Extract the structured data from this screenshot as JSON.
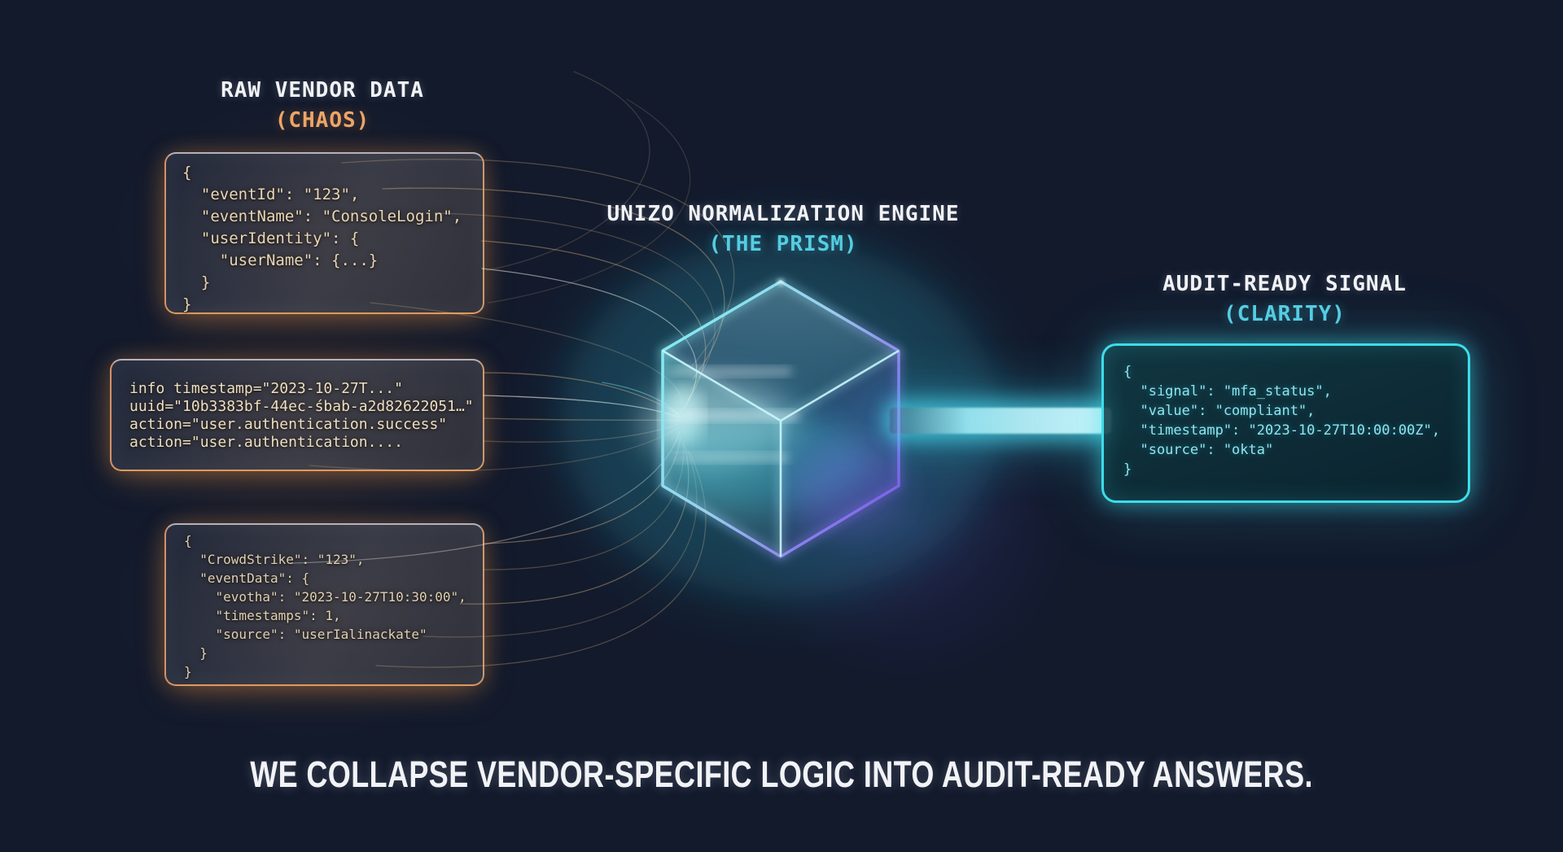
{
  "left_column": {
    "title": "RAW VENDOR DATA",
    "subtitle": "(CHAOS)",
    "boxes": [
      {
        "name": "cloudtrail-json",
        "lines": [
          "{",
          "  \"eventId\": \"123\",",
          "  \"eventName\": \"ConsoleLogin\",",
          "  \"userIdentity\": {",
          "    \"userName\": {...}",
          "  }",
          "}"
        ]
      },
      {
        "name": "syslog",
        "lines": [
          "info timestamp=\"2023-10-27T...\"",
          "uuid=\"10b3383bf-44ec-śbab-a2d82622051…\"",
          "action=\"user.authentication.success\"",
          "action=\"user.authentication...."
        ]
      },
      {
        "name": "crowdstrike-json",
        "lines": [
          "{",
          "  \"CrowdStrike\": \"123\",",
          "  \"eventData\": {",
          "    \"evotha\": \"2023-10-27T10:30:00\",",
          "    \"timestamps\": 1,",
          "    \"source\": \"userIalinackate\"",
          "  }",
          "}"
        ]
      }
    ]
  },
  "center": {
    "title": "UNIZO NORMALIZATION ENGINE",
    "subtitle": "(THE PRISM)"
  },
  "right_panel": {
    "title": "AUDIT-READY SIGNAL",
    "subtitle": "(CLARITY)",
    "box": {
      "lines": [
        "{",
        "  \"signal\": \"mfa_status\",",
        "  \"value\": \"compliant\",",
        "  \"timestamp\": \"2023-10-27T10:00:00Z\",",
        "  \"source\": \"okta\"",
        "}"
      ]
    }
  },
  "tagline": "WE COLLAPSE VENDOR-SPECIFIC LOGIC INTO AUDIT-READY ANSWERS.",
  "colors": {
    "background": "#121a2c",
    "accent_orange": "#eda567",
    "accent_cyan": "#4fd6e4",
    "text_white": "#f2f3f6",
    "code_warm": "#e7d7b8",
    "code_cyan": "#8ce6ef"
  }
}
